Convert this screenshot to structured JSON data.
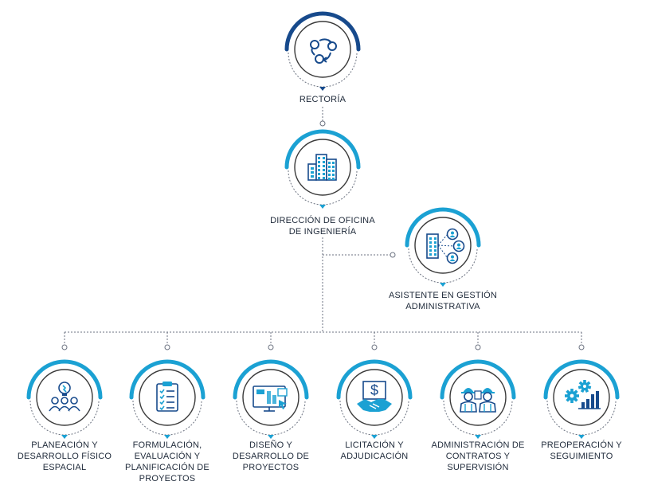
{
  "colors": {
    "navy": "#174a8c",
    "cyan": "#1ba1d3",
    "connector": "#6b7280",
    "text": "#1f2a3a"
  },
  "nodes": {
    "rectoria": {
      "icon": "cycle-arrows-icon",
      "label_lines": [
        "RECTORÍA"
      ]
    },
    "direccion": {
      "icon": "buildings-icon",
      "label_lines": [
        "DIRECCIÓN DE OFICINA",
        "DE INGENIERÍA"
      ]
    },
    "asistente": {
      "icon": "building-users-network-icon",
      "label_lines": [
        "ASISTENTE EN GESTIÓN",
        "ADMINISTRATIVA"
      ]
    },
    "planeacion": {
      "icon": "team-idea-icon",
      "label_lines": [
        "PLANEACIÓN Y",
        "DESARROLLO FÍSICO",
        "ESPACIAL"
      ]
    },
    "formulacion": {
      "icon": "clipboard-checklist-icon",
      "label_lines": [
        "FORMULACIÓN,",
        "EVALUACIÓN Y",
        "PLANIFICACIÓN DE",
        "PROYECTOS"
      ]
    },
    "diseno": {
      "icon": "design-monitor-icon",
      "label_lines": [
        "DISEÑO Y",
        "DESARROLLO DE",
        "PROYECTOS"
      ]
    },
    "licitacion": {
      "icon": "handshake-dollar-icon",
      "label_lines": [
        "LICITACIÓN Y",
        "ADJUDICACIÓN"
      ]
    },
    "administracion": {
      "icon": "engineers-icon",
      "label_lines": [
        "ADMINISTRACIÓN DE",
        "CONTRATOS Y",
        "SUPERVISIÓN"
      ]
    },
    "preoperacion": {
      "icon": "gears-growth-icon",
      "label_lines": [
        "PREOPERACIÓN Y",
        "SEGUIMIENTO"
      ]
    }
  }
}
